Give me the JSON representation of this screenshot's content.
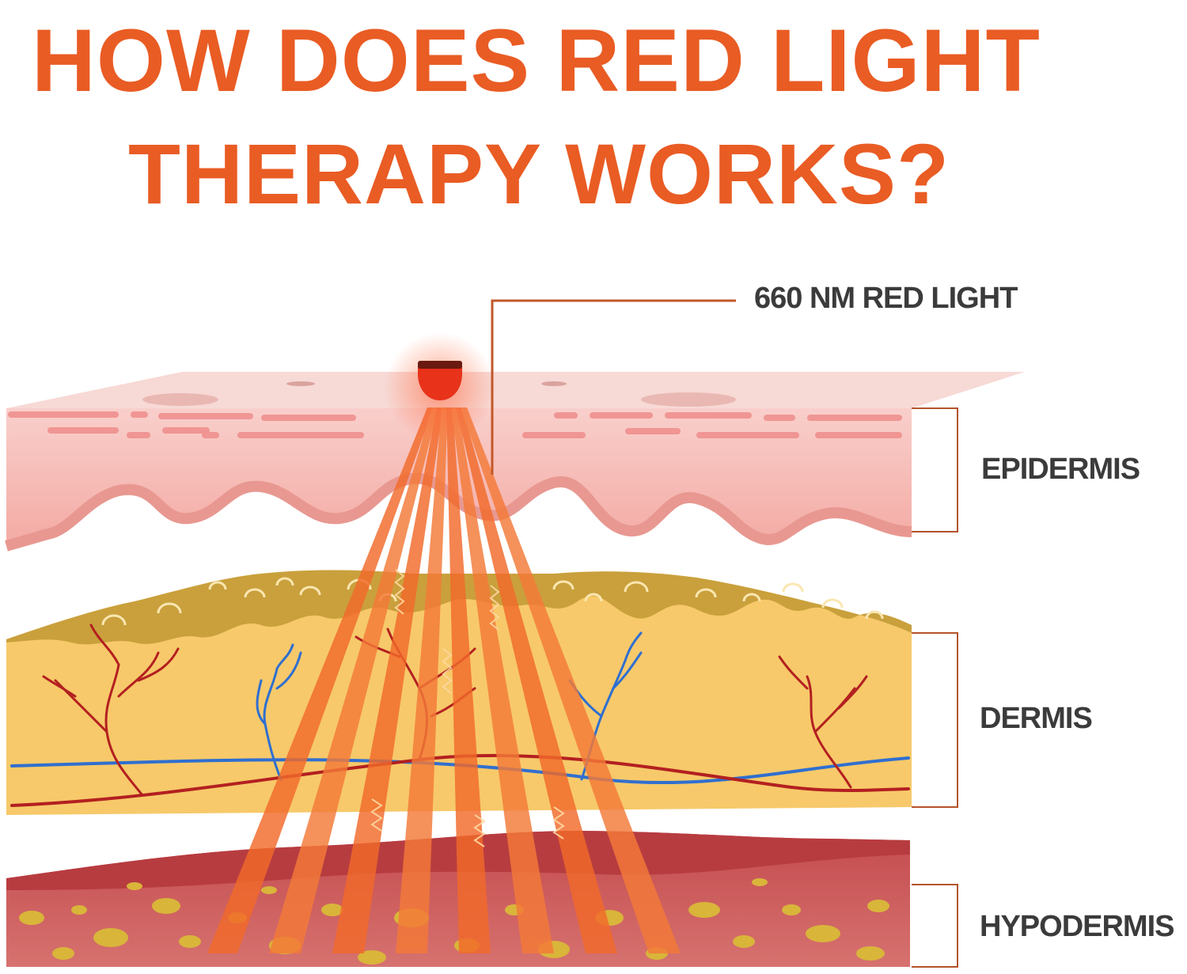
{
  "title": {
    "line1": "HOW DOES RED LIGHT",
    "line2": "THERAPY WORKS?"
  },
  "labels": {
    "light_source": "660 NM RED LIGHT",
    "epidermis": "EPIDERMIS",
    "dermis": "DERMIS",
    "hypodermis": "HYPODERMIS"
  },
  "colors": {
    "title": "#e95c24",
    "label_text": "#3b3b3b",
    "bracket": "#b5532a",
    "epidermis": "#f6b8b2",
    "dermis": "#f7c96a",
    "dermis_top": "#c9a03c",
    "hypodermis": "#c9585a",
    "fat_cells": "#d9b53a",
    "artery": "#b32020",
    "vein": "#2f6fd0",
    "light_beam": "#f26a2a",
    "lamp": "#e8321a"
  }
}
